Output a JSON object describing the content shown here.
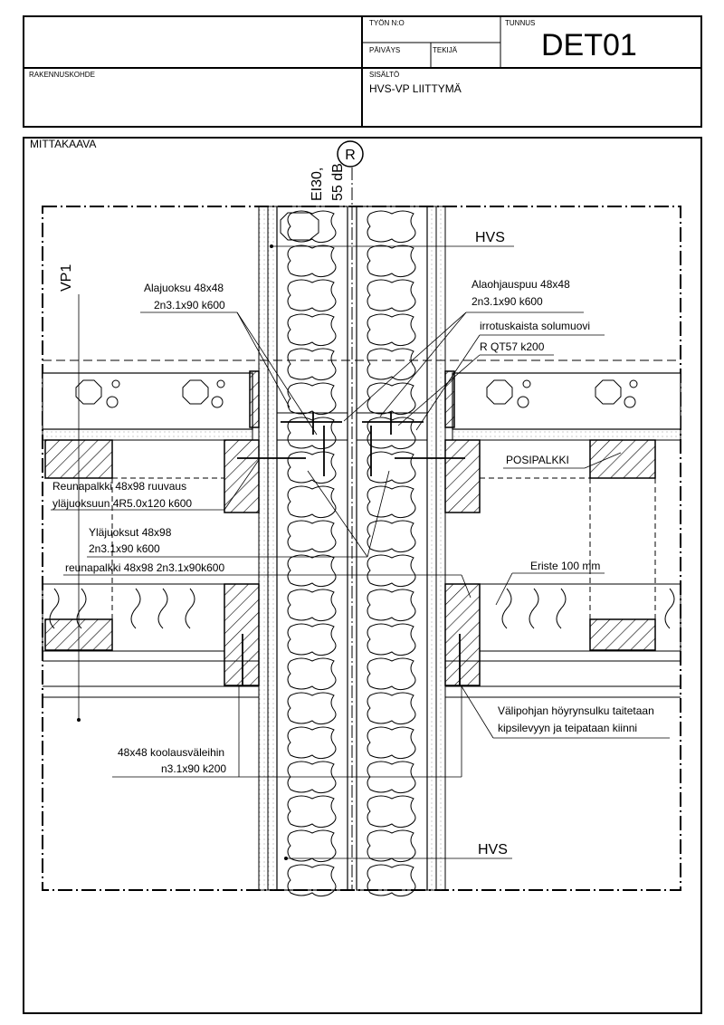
{
  "title_block": {
    "labels": {
      "tyon_no": "TYÖN N:O",
      "tunnus": "TUNNUS",
      "paivays": "PÄIVÄYS",
      "tekija": "TEKIJÄ",
      "rakennuskohde": "RAKENNUSKOHDE",
      "sisalto": "SISÄLTÖ"
    },
    "values": {
      "tunnus": "DET01",
      "sisalto": "HVS-VP LIITTYMÄ"
    }
  },
  "drawing": {
    "scale_label": "MITTAKAAVA",
    "fire_rating_line1": "EI30,",
    "fire_rating_line2": "55 dB",
    "marker": "R",
    "wall_top_label": "HVS",
    "wall_bottom_label": "HVS",
    "floor_label": "VP1",
    "annotations": {
      "alajuoksu_1": "Alajuoksu 48x48",
      "alajuoksu_2": "2n3.1x90 k600",
      "alaohjauspuu_1": "Alaohjauspuu 48x48",
      "alaohjauspuu_2": "2n3.1x90 k600",
      "irrotuskaista": "irrotuskaista solumuovi",
      "r_qt57": "R QT57 k200",
      "posipalkki": "POSIPALKKI",
      "reunapalkki_ruuvaus_1": "Reunapalkki 48x98 ruuvaus",
      "reunapalkki_ruuvaus_2": "yläjuoksuun 4R5.0x120 k600",
      "ylajuoksut_1": "Yläjuoksut 48x98",
      "ylajuoksut_2": "2n3.1x90 k600",
      "reunapalkki_naulaus": "reunapalkki 48x98 2n3.1x90k600",
      "eriste": "Eriste 100 mm",
      "valipohja_1": "Välipohjan höyrynsulku taitetaan",
      "valipohja_2": "kipsilevyyn ja teipataan kiinni",
      "koolaus_1": "48x48 koolausväleihin",
      "koolaus_2": "n3.1x90 k200"
    }
  }
}
